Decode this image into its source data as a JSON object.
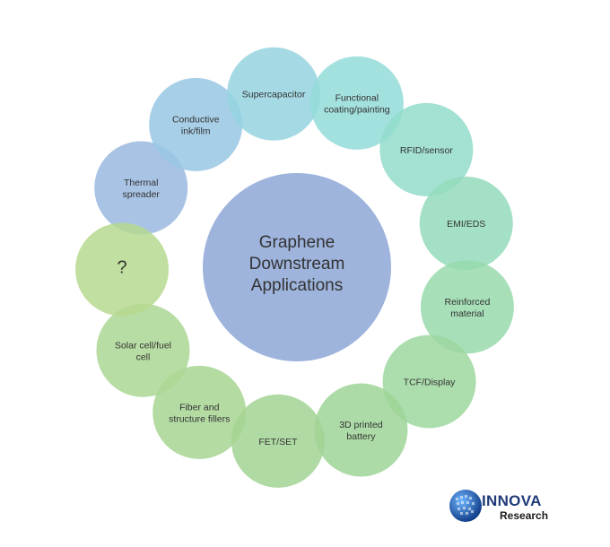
{
  "center": {
    "lines": [
      "Graphene",
      "Downstream",
      "Applications"
    ],
    "color": "#9eb4dc"
  },
  "nodes": [
    {
      "lines": [
        "Thermal",
        "spreader"
      ],
      "color": "#9ab8df"
    },
    {
      "lines": [
        "Conductive",
        "ink/film"
      ],
      "color": "#99c7e4"
    },
    {
      "lines": [
        "Supercapacitor"
      ],
      "color": "#95d3e1"
    },
    {
      "lines": [
        "Functional",
        "coating/painting"
      ],
      "color": "#93dcd9"
    },
    {
      "lines": [
        "RFID/sensor"
      ],
      "color": "#93dccb"
    },
    {
      "lines": [
        "EMI/EDS"
      ],
      "color": "#94dabb"
    },
    {
      "lines": [
        "Reinforced",
        "material"
      ],
      "color": "#98d9ad"
    },
    {
      "lines": [
        "TCF/Display"
      ],
      "color": "#9dd79f"
    },
    {
      "lines": [
        "3D printed",
        "battery"
      ],
      "color": "#9fd598"
    },
    {
      "lines": [
        "FET/SET"
      ],
      "color": "#a2d394"
    },
    {
      "lines": [
        "Fiber and",
        "structure fillers"
      ],
      "color": "#a6d592"
    },
    {
      "lines": [
        "Solar cell/fuel",
        "cell"
      ],
      "color": "#abd794"
    },
    {
      "lines": [
        "?"
      ],
      "color": "#b6d98f"
    }
  ],
  "logo": {
    "word": "INNOVA",
    "sub": "Research",
    "word_color": "#1f3a78",
    "globe_color": "#1f58a8"
  }
}
